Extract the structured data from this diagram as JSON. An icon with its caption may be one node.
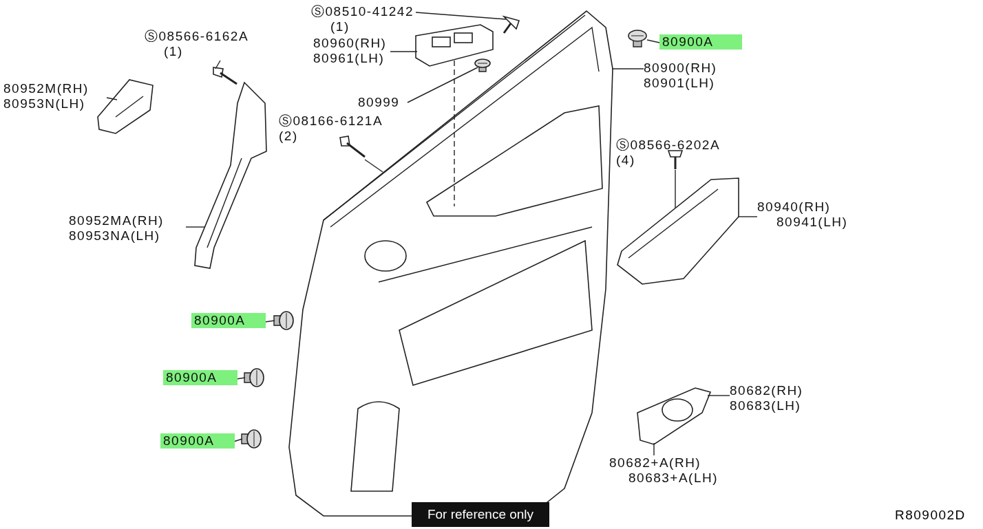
{
  "diagram": {
    "nodes": [
      {
        "text": [
          "Ⓢ08510-41242",
          "(1)"
        ]
      },
      {
        "text": [
          "80960(RH)",
          "80961(LH)"
        ]
      },
      {
        "text": [
          "80999"
        ]
      },
      {
        "text": [
          "80900A"
        ]
      },
      {
        "text": [
          "80900(RH)",
          "80901(LH)"
        ]
      },
      {
        "text": [
          "Ⓢ08566-6162A",
          "(1)"
        ]
      },
      {
        "text": [
          "80952M(RH)",
          "80953N(LH)"
        ]
      },
      {
        "text": [
          "Ⓢ08166-6121A",
          "(2)"
        ]
      },
      {
        "text": [
          "Ⓢ08566-6202A",
          "(4)"
        ]
      },
      {
        "text": [
          "80952MA(RH)",
          "80953NA(LH)"
        ]
      },
      {
        "text": [
          "80940(RH)",
          "80941(LH)"
        ]
      },
      {
        "text": [
          "80900A"
        ]
      },
      {
        "text": [
          "80900A"
        ]
      },
      {
        "text": [
          "80900A"
        ]
      },
      {
        "text": [
          "80682(RH)",
          "80683(LH)"
        ]
      },
      {
        "text": [
          "80682+A(RH)",
          "80683+A(LH)"
        ]
      },
      {
        "text": [],
        "shape": "picture"
      },
      {
        "text": [],
        "shape": "picture"
      },
      {
        "text": [],
        "shape": "picture"
      },
      {
        "text": [],
        "shape": "picture"
      },
      {
        "text": [],
        "shape": "picture"
      },
      {
        "text": [],
        "shape": "picture"
      },
      {
        "text": [],
        "shape": "picture"
      },
      {
        "text": [],
        "shape": "picture"
      },
      {
        "text": [],
        "shape": "picture"
      },
      {
        "text": [],
        "shape": "picture"
      },
      {
        "text": [],
        "shape": "picture"
      },
      {
        "text": [],
        "shape": "picture"
      },
      {
        "text": [],
        "shape": "picture"
      },
      {
        "text": [],
        "shape": "picture"
      },
      {
        "text": [],
        "shape": "picture"
      }
    ],
    "edges": [
      {
        "from": 0,
        "to": 16,
        "arrow": "none"
      },
      {
        "from": 1,
        "to": 17,
        "arrow": "none"
      },
      {
        "from": 2,
        "to": 18,
        "arrow": "none"
      },
      {
        "from": 3,
        "to": 19,
        "arrow": "none"
      },
      {
        "from": 4,
        "to": 20,
        "arrow": "none"
      },
      {
        "from": 5,
        "to": 21,
        "arrow": "none"
      },
      {
        "from": 6,
        "to": 22,
        "arrow": "none"
      },
      {
        "from": 9,
        "to": 25,
        "arrow": "none"
      },
      {
        "from": 10,
        "to": 26,
        "arrow": "none"
      },
      {
        "from": 11,
        "to": 27,
        "arrow": "none"
      },
      {
        "from": 12,
        "to": 28,
        "arrow": "none"
      },
      {
        "from": 13,
        "to": 29,
        "arrow": "none"
      },
      {
        "from": 14,
        "to": 30,
        "arrow": "none"
      },
      {
        "from": 15,
        "to": 30,
        "arrow": "none"
      },
      {
        "from": 23,
        "to": 20,
        "arrow": "none"
      },
      {
        "from": 24,
        "to": 26,
        "arrow": "none"
      },
      {
        "from": 17,
        "to": 20,
        "arrow": "none",
        "style": "dashed"
      }
    ],
    "labels": [
      "For reference only",
      "R809002D"
    ]
  }
}
